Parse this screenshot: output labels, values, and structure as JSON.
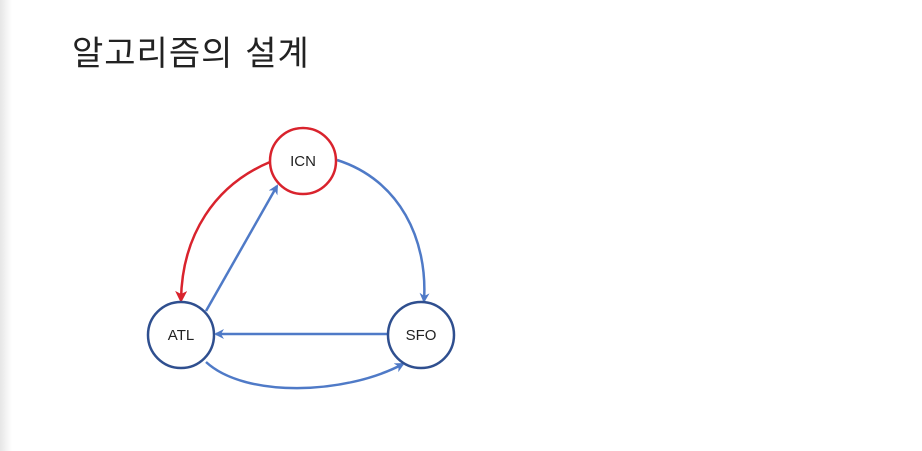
{
  "slide": {
    "title": "알고리즘의 설계"
  },
  "colors": {
    "highlight": "#d9232d",
    "edge": "#4f7ac7",
    "node_border": "#2f4f8f"
  },
  "graph": {
    "nodes": [
      {
        "id": "ICN",
        "label": "ICN",
        "highlighted": true
      },
      {
        "id": "ATL",
        "label": "ATL",
        "highlighted": false
      },
      {
        "id": "SFO",
        "label": "SFO",
        "highlighted": false
      }
    ],
    "edges": [
      {
        "from": "ICN",
        "to": "ATL",
        "highlighted": true
      },
      {
        "from": "ATL",
        "to": "ICN",
        "highlighted": false
      },
      {
        "from": "ICN",
        "to": "SFO",
        "highlighted": false
      },
      {
        "from": "SFO",
        "to": "ATL",
        "highlighted": false
      },
      {
        "from": "ATL",
        "to": "SFO",
        "highlighted": false
      }
    ]
  }
}
